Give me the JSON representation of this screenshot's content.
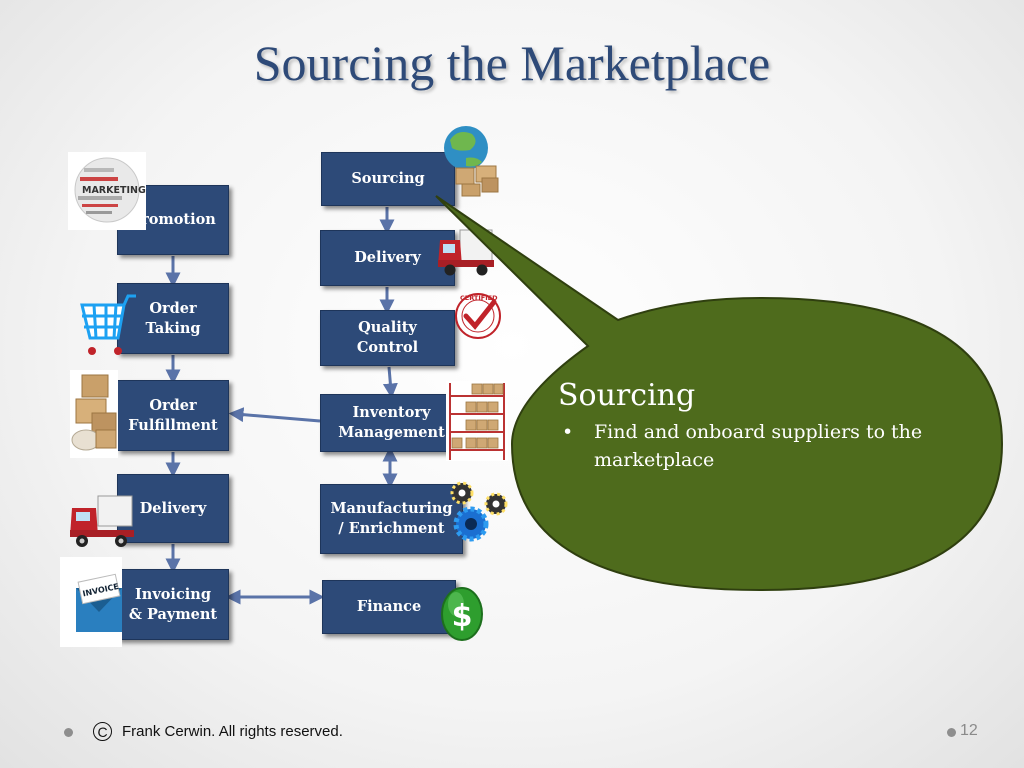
{
  "slide": {
    "title": "Sourcing the Marketplace",
    "page_number": "12",
    "footer": {
      "copyright_symbol": "C",
      "text": "Frank Cerwin.  All rights reserved."
    }
  },
  "left_column": {
    "boxes": [
      {
        "label": "Promotion",
        "icon": "marketing-word-globe-icon"
      },
      {
        "label": "Order\nTaking",
        "icon": "shopping-cart-icon"
      },
      {
        "label": "Order\nFulfillment",
        "icon": "packages-icon"
      },
      {
        "label": "Delivery",
        "icon": "delivery-truck-icon"
      },
      {
        "label": "Invoicing\n& Payment",
        "icon": "invoice-envelope-icon"
      }
    ],
    "icon_text": {
      "marketing_word": "MARKETING",
      "invoice_word": "INVOICE"
    }
  },
  "right_column": {
    "boxes": [
      {
        "label": "Sourcing",
        "icon": "globe-boxes-icon"
      },
      {
        "label": "Delivery",
        "icon": "delivery-truck-icon"
      },
      {
        "label": "Quality\nControl",
        "icon": "certified-stamp-icon"
      },
      {
        "label": "Inventory\nManagement",
        "icon": "warehouse-shelves-icon"
      },
      {
        "label": "Manufacturing\n/ Enrichment",
        "icon": "gears-icon"
      },
      {
        "label": "Finance",
        "icon": "dollar-sign-icon"
      }
    ],
    "icon_text": {
      "stamp_word": "CERTIFIED",
      "dollar": "$"
    }
  },
  "callout": {
    "heading": "Sourcing",
    "bullet_symbol": "•",
    "bullet": "Find and onboard suppliers to the marketplace",
    "fill_color": "#4e6b1c",
    "border_color": "#2f3f0f"
  },
  "colors": {
    "box_fill": "#2d4a78",
    "arrow": "#5a73a8",
    "title": "#2e4a78"
  }
}
